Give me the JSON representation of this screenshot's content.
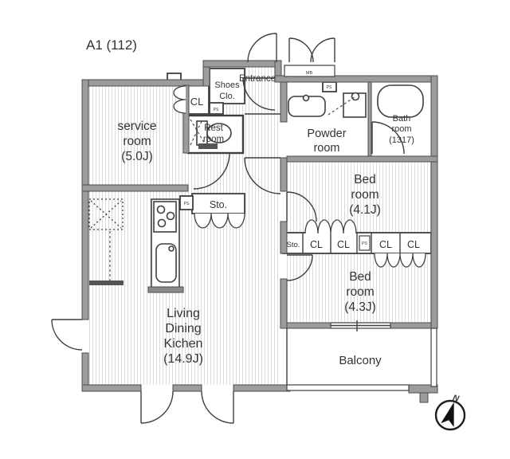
{
  "title": "A1 (112)",
  "compass": {
    "north_label": "N"
  },
  "colors": {
    "wall_fill": "#9c9c9c",
    "wall_edge": "#4d4d4d",
    "line": "#3f3f3f",
    "floor_stripe": "#dcdcdc",
    "text": "#333333"
  },
  "rooms": {
    "service_room": {
      "line1": "service",
      "line2": "room",
      "line3": "(5.0J)"
    },
    "closet_entry": {
      "label": "CL"
    },
    "shoes_closet": {
      "line1": "Shoes",
      "line2": "Clo."
    },
    "entrance": {
      "label": "Entrance"
    },
    "rest_room": {
      "line1": "Rest",
      "line2": "room"
    },
    "powder_room": {
      "line1": "Powder",
      "line2": "room"
    },
    "bath_room": {
      "line1": "Bath",
      "line2": "room",
      "line3": "(1317)"
    },
    "bedroom_north": {
      "line1": "Bed",
      "line2": "room",
      "line3": "(4.1J)"
    },
    "bedroom_south": {
      "line1": "Bed",
      "line2": "room",
      "line3": "(4.3J)"
    },
    "living_dining_kitchen": {
      "line1": "Living",
      "line2": "Dining",
      "line3": "Kichen",
      "line4": "(14.9J)"
    },
    "balcony": {
      "label": "Balcony"
    },
    "storage_hall": {
      "label": "Sto."
    },
    "storage_corridor": {
      "label": "Sto."
    },
    "closet_row": [
      "CL",
      "CL",
      "CL",
      "CL"
    ]
  },
  "annotations": {
    "meter_box": "MB",
    "pipe_space": "PS"
  }
}
